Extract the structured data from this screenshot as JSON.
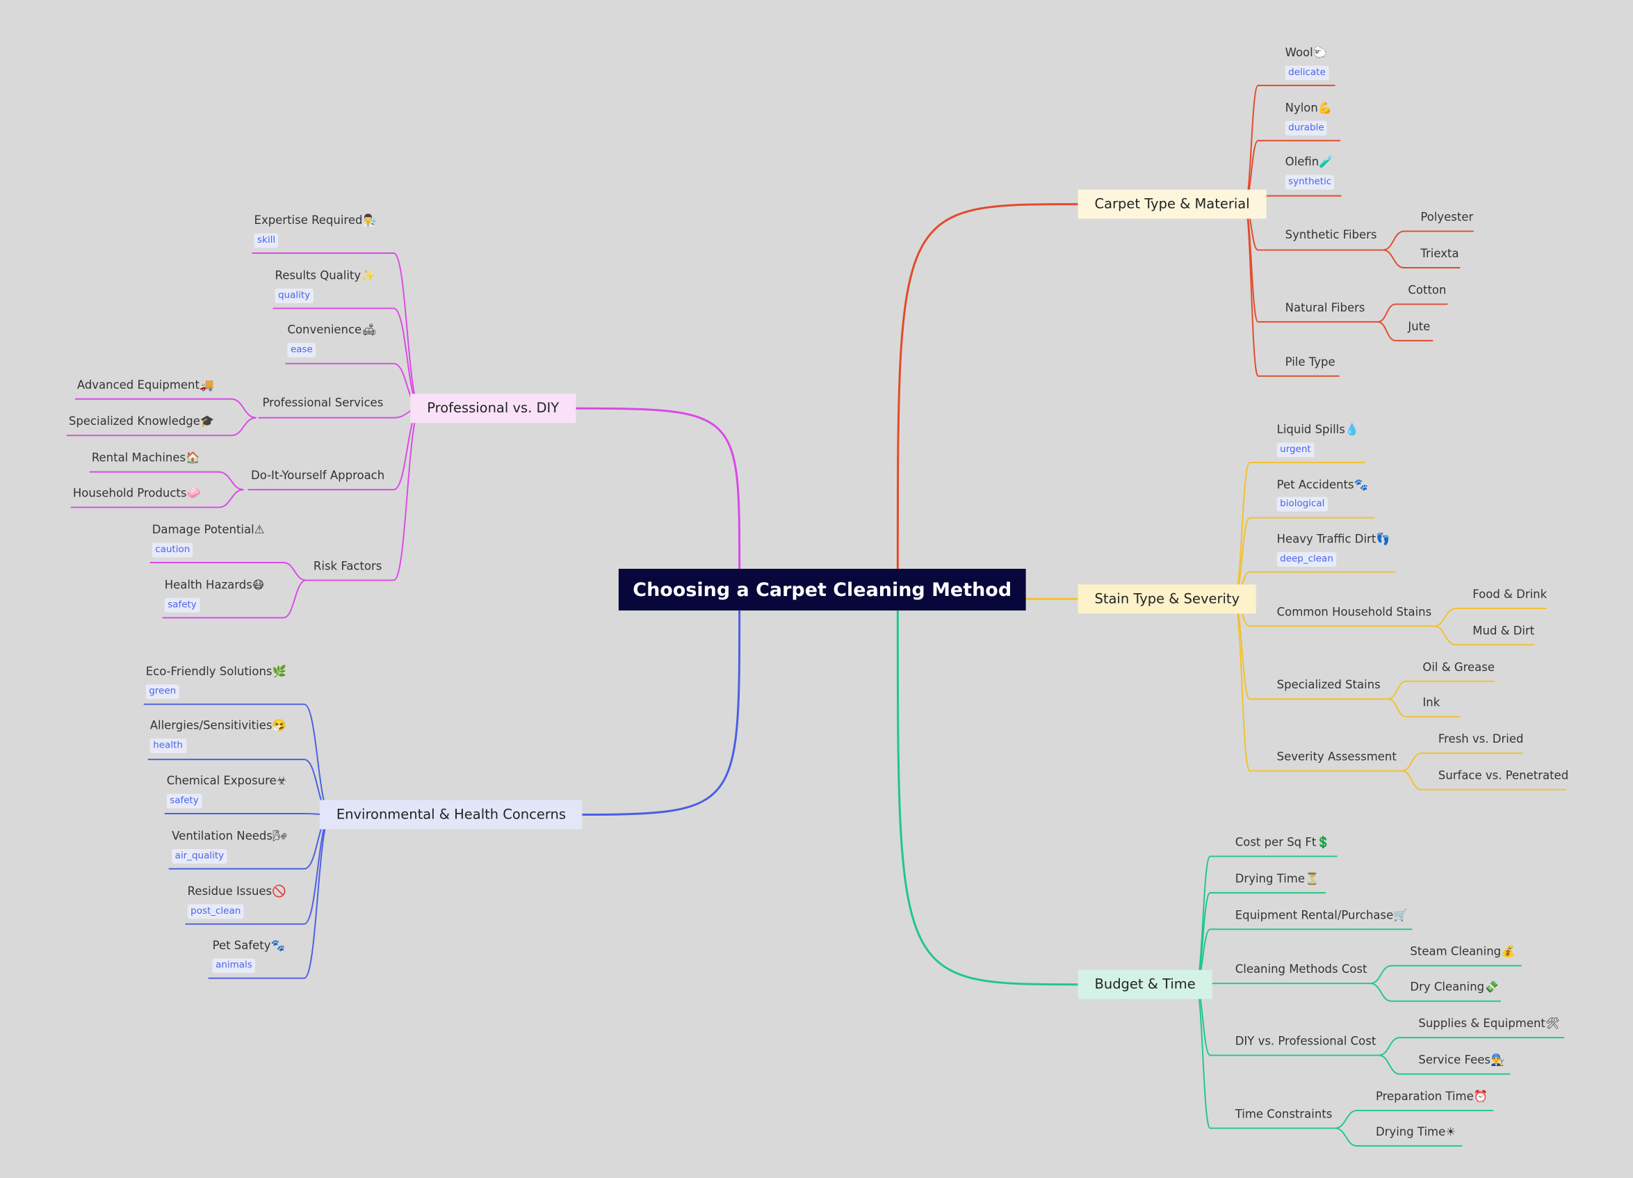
{
  "title": "Choosing a Carpet Cleaning Method",
  "colors": {
    "background": "#d9d9d9",
    "root_bg": "#07073b",
    "carpet": "#e24a2b",
    "stain": "#f2c12e",
    "budget": "#1fc78a",
    "professional": "#d94ae5",
    "environment": "#4a5fe3",
    "tag_text": "#4a64e8",
    "tag_bg": "#e8ebf7"
  },
  "branches": {
    "carpet": {
      "label": "Carpet Type & Material",
      "items": {
        "wool": {
          "label": "Wool🐑",
          "tag": "delicate"
        },
        "nylon": {
          "label": "Nylon💪",
          "tag": "durable"
        },
        "olefin": {
          "label": "Olefin🧪",
          "tag": "synthetic"
        },
        "synthetic": {
          "label": "Synthetic Fibers",
          "children": [
            "Polyester",
            "Triexta"
          ]
        },
        "natural": {
          "label": "Natural Fibers",
          "children": [
            "Cotton",
            "Jute"
          ]
        },
        "pile": {
          "label": "Pile Type"
        }
      }
    },
    "stain": {
      "label": "Stain Type & Severity",
      "items": {
        "liquid": {
          "label": "Liquid Spills💧",
          "tag": "urgent"
        },
        "pet": {
          "label": "Pet Accidents🐾",
          "tag": "biological"
        },
        "traffic": {
          "label": "Heavy Traffic Dirt👣",
          "tag": "deep_clean"
        },
        "household": {
          "label": "Common Household Stains",
          "children": [
            "Food & Drink",
            "Mud & Dirt"
          ]
        },
        "specialized": {
          "label": "Specialized Stains",
          "children": [
            "Oil & Grease",
            "Ink"
          ]
        },
        "severity": {
          "label": "Severity Assessment",
          "children": [
            "Fresh vs. Dried",
            "Surface vs. Penetrated"
          ]
        }
      }
    },
    "budget": {
      "label": "Budget & Time",
      "items": {
        "cost": {
          "label": "Cost per Sq Ft💲"
        },
        "drying": {
          "label": "Drying Time⏳"
        },
        "equipment": {
          "label": "Equipment Rental/Purchase🛒"
        },
        "methods": {
          "label": "Cleaning Methods Cost",
          "children": [
            "Steam Cleaning💰",
            "Dry Cleaning💸"
          ]
        },
        "diy": {
          "label": "DIY vs. Professional Cost",
          "children": [
            "Supplies & Equipment🛠",
            "Service Fees👨‍🔧"
          ]
        },
        "time": {
          "label": "Time Constraints",
          "children": [
            "Preparation Time⏰",
            "Drying Time☀"
          ]
        }
      }
    },
    "professional": {
      "label": "Professional vs. DIY",
      "items": {
        "expertise": {
          "label": "Expertise Required👨‍🔬",
          "tag": "skill"
        },
        "results": {
          "label": "Results Quality✨",
          "tag": "quality"
        },
        "convenience": {
          "label": "Convenience🛋",
          "tag": "ease"
        },
        "services": {
          "label": "Professional Services",
          "children": [
            "Advanced Equipment🚚",
            "Specialized Knowledge🎓"
          ]
        },
        "diyapp": {
          "label": "Do-It-Yourself Approach",
          "children": [
            "Rental Machines🏠",
            "Household Products🧼"
          ]
        },
        "risk": {
          "label": "Risk Factors",
          "children": [
            {
              "label": "Damage Potential⚠",
              "tag": "caution"
            },
            {
              "label": "Health Hazards😷",
              "tag": "safety"
            }
          ]
        }
      }
    },
    "environment": {
      "label": "Environmental & Health Concerns",
      "items": {
        "eco": {
          "label": "Eco-Friendly Solutions🌿",
          "tag": "green"
        },
        "allergies": {
          "label": "Allergies/Sensitivities🤧",
          "tag": "health"
        },
        "chemical": {
          "label": "Chemical Exposure☣",
          "tag": "safety"
        },
        "ventilation": {
          "label": "Ventilation Needs🌬",
          "tag": "air_quality"
        },
        "residue": {
          "label": "Residue Issues🚫",
          "tag": "post_clean"
        },
        "petsafety": {
          "label": "Pet Safety🐾",
          "tag": "animals"
        }
      }
    }
  }
}
